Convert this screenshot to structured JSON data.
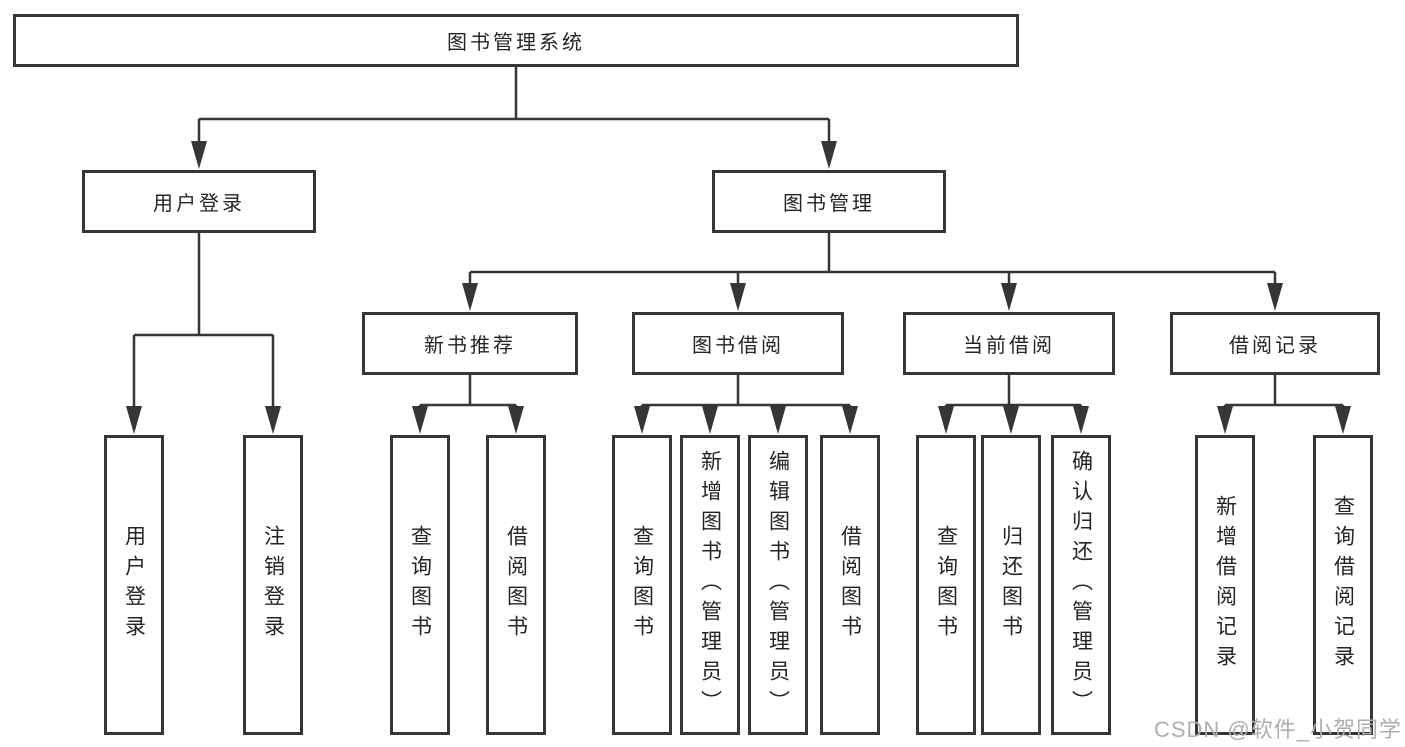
{
  "tree": {
    "label": "图书管理系统",
    "children": [
      {
        "label": "用户登录",
        "children": [
          {
            "label": "用户登录"
          },
          {
            "label": "注销登录"
          }
        ]
      },
      {
        "label": "图书管理",
        "children": [
          {
            "label": "新书推荐",
            "children": [
              {
                "label": "查询图书"
              },
              {
                "label": "借阅图书"
              }
            ]
          },
          {
            "label": "图书借阅",
            "children": [
              {
                "label": "查询图书"
              },
              {
                "label": "新增图书（管理员）"
              },
              {
                "label": "编辑图书（管理员）"
              },
              {
                "label": "借阅图书"
              }
            ]
          },
          {
            "label": "当前借阅",
            "children": [
              {
                "label": "查询图书"
              },
              {
                "label": "归还图书"
              },
              {
                "label": "确认归还（管理员）"
              }
            ]
          },
          {
            "label": "借阅记录",
            "children": [
              {
                "label": "新增借阅记录"
              },
              {
                "label": "查询借阅记录"
              }
            ]
          }
        ]
      }
    ]
  },
  "watermark": "CSDN @软件_小贺同学",
  "colors": {
    "line": "#363636",
    "text": "#252525",
    "watermark": "#aeaeae",
    "background": "#ffffff"
  }
}
